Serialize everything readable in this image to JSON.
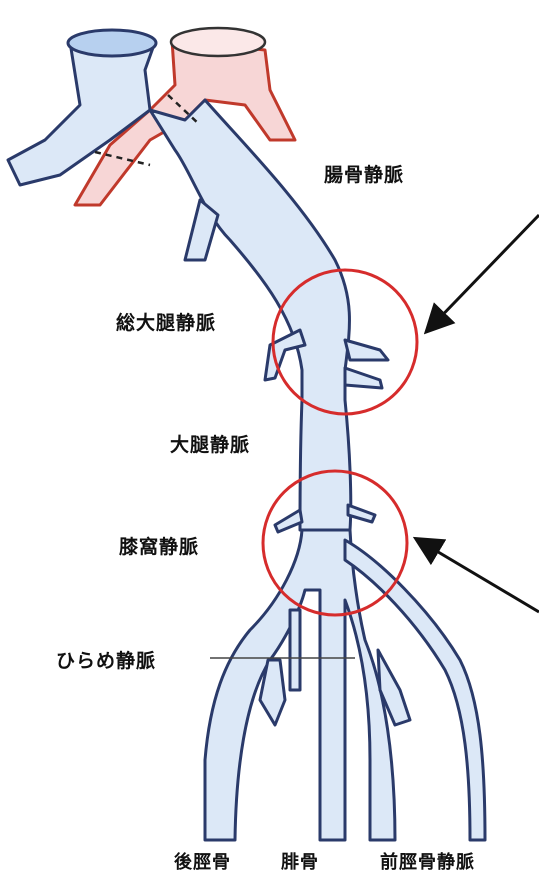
{
  "labels": {
    "iliac_vein": "腸骨静脈",
    "common_femoral_vein": "総大腿静脈",
    "femoral_vein": "大腿静脈",
    "popliteal_vein": "膝窩静脈",
    "soleal_vein": "ひらめ静脈",
    "posterior_tibial": "後脛骨",
    "fibula": "腓骨",
    "anterior_tibial_vein": "前脛骨静脈"
  },
  "colors": {
    "vein_fill": "#dce8f7",
    "vein_outline": "#2a3a6a",
    "artery_fill": "#f7d6d6",
    "artery_outline": "#c0392b",
    "highlight_circle": "#d62c2c",
    "arrow": "#111111"
  }
}
